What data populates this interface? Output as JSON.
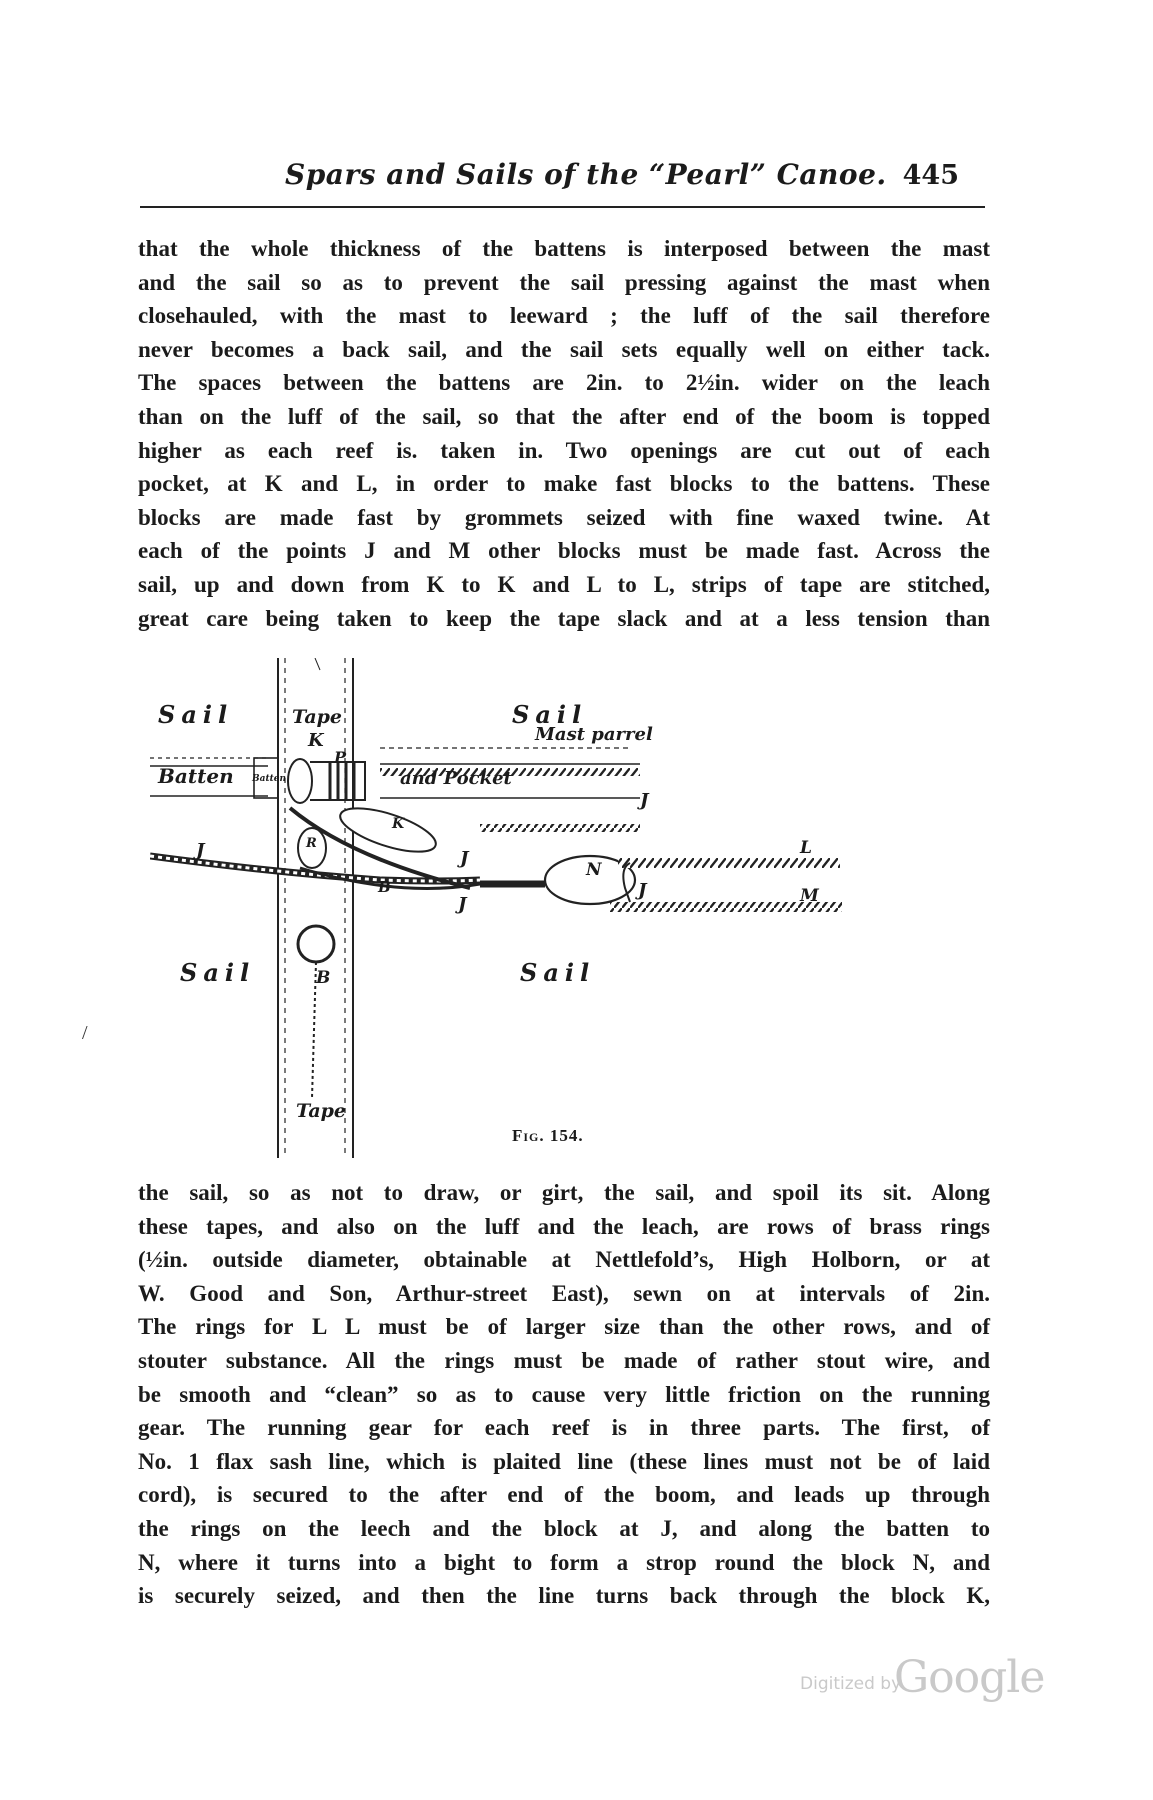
{
  "header": {
    "running_title": "Spars and Sails of the “Pearl” Canoe.",
    "page_number": "445"
  },
  "paragraph1_lines": [
    "that the whole thickness of the battens is interposed between the mast",
    "and the sail so as to prevent the sail pressing against the mast when",
    "closehauled, with the mast to leeward ; the luff of the sail therefore",
    "never becomes a back sail, and the sail sets equally well on either tack.",
    "The spaces between the battens are 2in. to 2½in. wider on the leach",
    "than on the luff of the sail, so that the after end of the boom is topped",
    "higher as each reef is. taken in.  Two openings are cut out of each",
    "pocket, at K and L, in order to make fast blocks to the battens.  These",
    "blocks are made fast by grommets seized with fine waxed twine.  At",
    "each of the points J and M other blocks must be made fast.  Across the",
    "sail, up and down from K to K and L to L, strips of tape are stitched,",
    "great care being taken to keep the tape slack and at a less tension than"
  ],
  "figure": {
    "labels": {
      "sail_top_left": "Sail",
      "sail_top_right": "Sail",
      "sail_bottom_left": "Sail",
      "sail_bottom_right": "Sail",
      "tape_top": "Tape",
      "tape_bottom": "Tape",
      "k_top": "K",
      "k_block": "K",
      "p": "P",
      "mast_parrel": "Mast parrel",
      "batten": "Batten",
      "batten_small": "Batten",
      "and_pocket": "and Pocket",
      "j_1": "J",
      "j_2": "J",
      "j_3": "J",
      "j_4": "J",
      "j_5": "J",
      "r": "R",
      "b_1": "B",
      "b_2": "B",
      "n": "N",
      "l": "L",
      "m": "M"
    },
    "caption": "Fig. 154."
  },
  "paragraph2_lines": [
    "the sail, so as not to draw, or girt, the sail, and spoil its sit.  Along",
    "these tapes, and also on the luff and the leach, are rows of brass rings",
    "(½in. outside diameter, obtainable at Nettlefold’s, High Holborn, or at",
    "W. Good and Son, Arthur-street East), sewn on at intervals of 2in.",
    "The rings for L L must be of larger size than the other rows, and of",
    "stouter substance.  All the rings must be made of rather stout wire, and",
    "be smooth and “clean” so as to cause very little friction on the running",
    "gear.  The running gear for each reef is in three parts.  The first, of",
    "No. 1 flax sash line, which is plaited line (these lines must not be of laid",
    "cord), is secured to the after end of the boom, and leads up through",
    "the rings on the leech and the block at J, and along the batten to",
    "N, where it turns into a bight to form a strop round the block N, and",
    "is securely seized, and then the line turns back through the block K,"
  ],
  "stray_mark": "/",
  "watermark": {
    "prefix": "Digitized by",
    "brand": "Google"
  }
}
